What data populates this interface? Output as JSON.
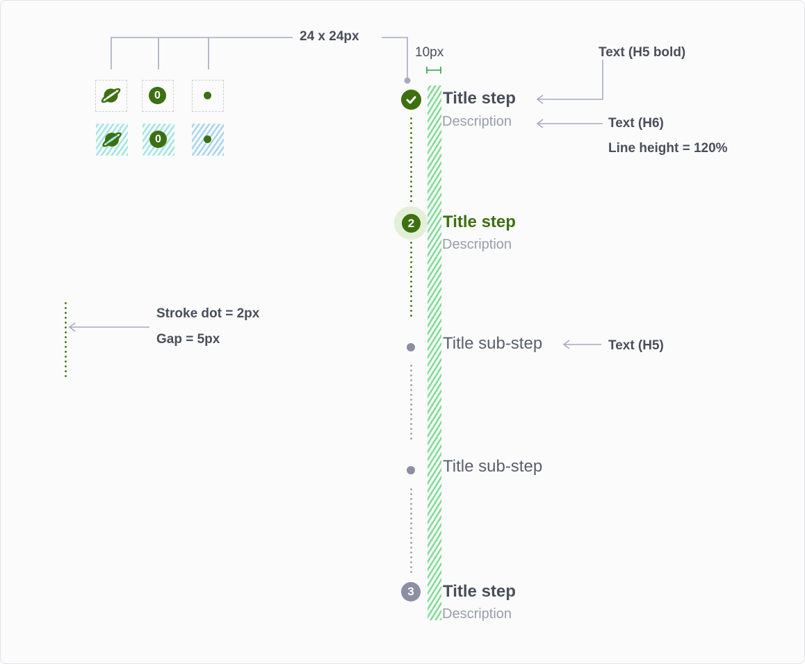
{
  "annotations": {
    "size_label": "24 x 24px",
    "gap_label": "10px",
    "title_text_label": "Text (H5 bold)",
    "desc_text_label": "Text (H6)",
    "line_height_label": "Line height = 120%",
    "substep_text_label": "Text (H5)",
    "stroke_dot_label": "Stroke dot = 2px",
    "gap_dot_label": "Gap = 5px"
  },
  "icon_samples": {
    "icons": [
      "planet-icon",
      "number-icon",
      "dot-icon"
    ],
    "number_glyph": "0"
  },
  "stepper": {
    "steps": [
      {
        "kind": "step",
        "state": "completed",
        "icon": "check-icon",
        "title": "Title step",
        "description": "Description"
      },
      {
        "kind": "step",
        "state": "active",
        "number": "2",
        "title": "Title step",
        "description": "Description"
      },
      {
        "kind": "substep",
        "state": "pending",
        "title": "Title sub-step"
      },
      {
        "kind": "substep",
        "state": "pending",
        "title": "Title sub-step"
      },
      {
        "kind": "step",
        "state": "pending",
        "number": "3",
        "title": "Title step",
        "description": "Description"
      }
    ]
  },
  "colors": {
    "green": "#3d7011",
    "green_halo": "#e3efd6",
    "grey": "#8c8ea3",
    "text": "#4a4e5a",
    "desc_text": "#9a9cab",
    "annotation_line": "#a8a9bf",
    "measure_green": "#2f9e4e",
    "hatch_green": "#7fdc94"
  }
}
